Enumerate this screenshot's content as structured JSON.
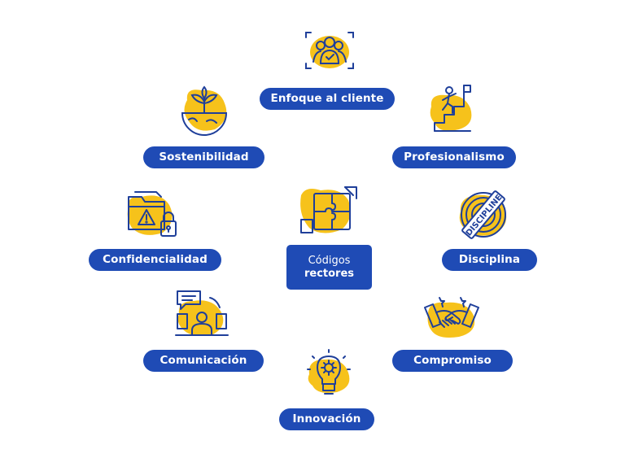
{
  "center": {
    "line1": "Códigos",
    "line2": "rectores"
  },
  "labels": {
    "enfoque": "Enfoque al cliente",
    "sostenibilidad": "Sostenibilidad",
    "profesionalismo": "Profesionalismo",
    "confidencialidad": "Confidencialidad",
    "disciplina": "Disciplina",
    "comunicacion": "Comunicación",
    "compromiso": "Compromiso",
    "innovacion": "Innovación"
  },
  "icon_text": {
    "discipline_stamp": "DISCIPLINE"
  },
  "colors": {
    "pill_blue": "#1f4bb5",
    "icon_yellow": "#f6c21b",
    "icon_line": "#1f3f9a"
  }
}
